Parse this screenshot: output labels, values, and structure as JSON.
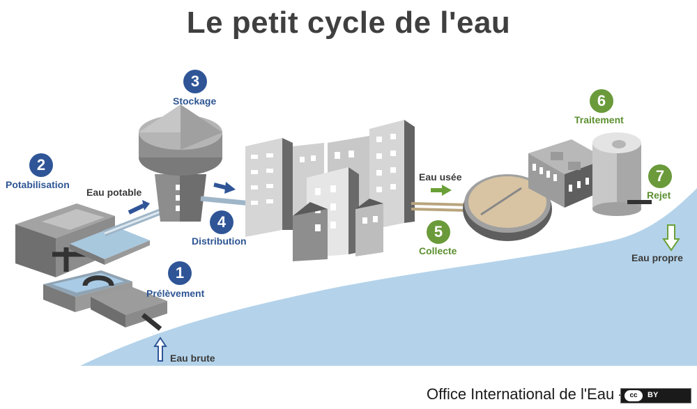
{
  "title": "Le petit cycle de l'eau",
  "steps": [
    {
      "number": "1",
      "label": "Prélèvement"
    },
    {
      "number": "2",
      "label": "Potabilisation"
    },
    {
      "number": "3",
      "label": "Stockage"
    },
    {
      "number": "4",
      "label": "Distribution"
    },
    {
      "number": "5",
      "label": "Collecte"
    },
    {
      "number": "6",
      "label": "Traitement"
    },
    {
      "number": "7",
      "label": "Rejet"
    }
  ],
  "flow_labels": {
    "eau_potable": "Eau potable",
    "eau_usee": "Eau usée",
    "eau_brute": "Eau brute",
    "eau_propre": "Eau propre"
  },
  "footer": {
    "credit": "Office International de l'Eau -",
    "license_icon_text": "cc",
    "license_text": "BY"
  },
  "colors": {
    "blue_step": "#2f5597",
    "green_step": "#6a9a3a",
    "river": "#b4d3ea",
    "building_light": "#d9d9d9",
    "building_mid": "#a6a6a6",
    "building_dark": "#5f5f5f"
  }
}
